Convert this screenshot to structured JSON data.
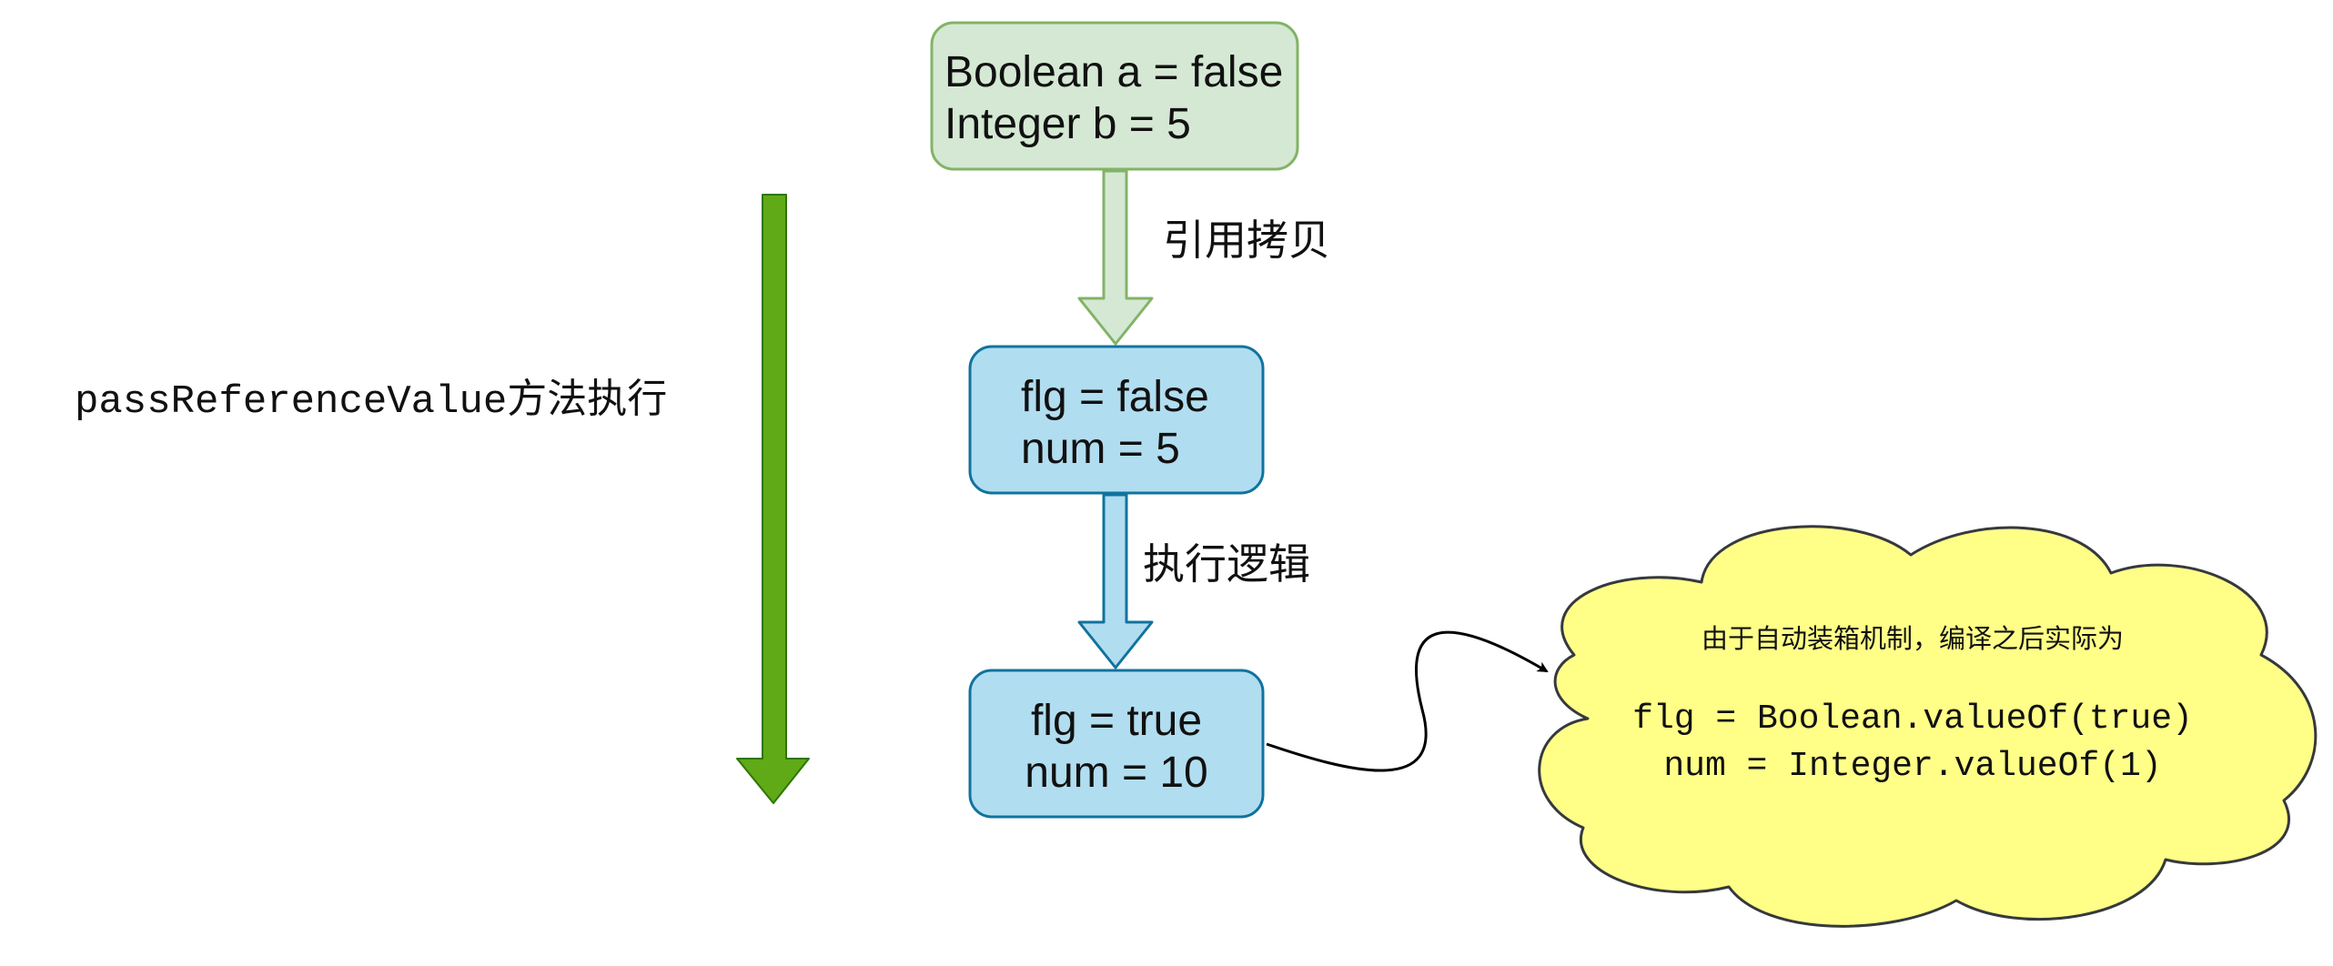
{
  "colors": {
    "green_box_fill": "#d5e8d4",
    "green_box_stroke": "#82b366",
    "blue_box_fill": "#b1ddf0",
    "blue_box_stroke": "#10739e",
    "green_arrow_fill": "#60a917",
    "green_arrow_stroke": "#2d7600",
    "cloud_fill": "#ffff88",
    "cloud_stroke": "#36393d"
  },
  "nodes": {
    "source": {
      "line1": "Boolean a = false",
      "line2": "Integer b = 5"
    },
    "param": {
      "line1": "flg = false",
      "line2": "num = 5"
    },
    "result": {
      "line1": "flg = true",
      "line2": "num = 10"
    }
  },
  "edges": {
    "copy_label": "引用拷贝",
    "exec_label": "执行逻辑"
  },
  "timeline": {
    "label": "passReferenceValue方法执行"
  },
  "note": {
    "title": "由于自动装箱机制，编译之后实际为",
    "code_line1": "flg = Boolean.valueOf(true)",
    "code_line2": "num = Integer.valueOf(1)"
  }
}
